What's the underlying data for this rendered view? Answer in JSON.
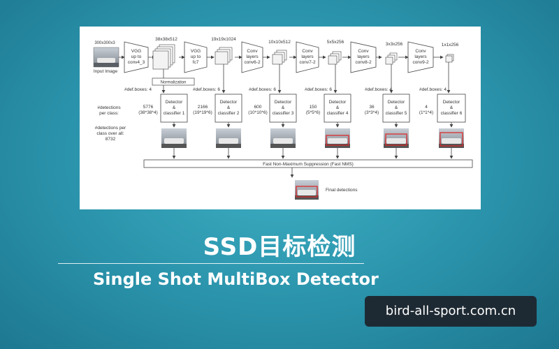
{
  "diagram": {
    "input": {
      "size": "300x300x3",
      "label": "Input Image"
    },
    "blocks": [
      {
        "id": "vgg1",
        "line1": "VGG",
        "line2": "up to",
        "line3": "conv4_3"
      },
      {
        "id": "vgg2",
        "line1": "VGG",
        "line2": "up to",
        "line3": "fc7"
      },
      {
        "id": "conv6",
        "line1": "Conv",
        "line2": "layers",
        "line3": "conv6-2"
      },
      {
        "id": "conv7",
        "line1": "Conv",
        "line2": "layers",
        "line3": "conv7-2"
      },
      {
        "id": "conv8",
        "line1": "Conv",
        "line2": "layers",
        "line3": "conv8-2"
      },
      {
        "id": "conv9",
        "line1": "Conv",
        "line2": "layers",
        "line3": "conv9-2"
      }
    ],
    "feature_maps": [
      "38x38x512",
      "19x19x1024",
      "10x10x512",
      "5x5x256",
      "3x3x256",
      "1x1x256"
    ],
    "normalization": "Normalization",
    "def_boxes": [
      "#def.boxes: 4",
      "#def.boxes: 6",
      "#def.boxes: 6",
      "#def.boxes: 6",
      "#def.boxes: 4",
      "#def.boxes: 4"
    ],
    "detections_label": [
      "#detections",
      "per class:"
    ],
    "counts": [
      {
        "value": "5776",
        "formula": "(38*38*4)"
      },
      {
        "value": "2166",
        "formula": "(19*19*6)"
      },
      {
        "value": "600",
        "formula": "(10*10*6)"
      },
      {
        "value": "150",
        "formula": "(5*5*6)"
      },
      {
        "value": "36",
        "formula": "(3*3*4)"
      },
      {
        "value": "4",
        "formula": "(1*1*4)"
      }
    ],
    "detectors": [
      {
        "line1": "Detector",
        "line2": "&",
        "line3": "classifier 1"
      },
      {
        "line1": "Detector",
        "line2": "&",
        "line3": "classifier 2"
      },
      {
        "line1": "Detector",
        "line2": "&",
        "line3": "classifier 3"
      },
      {
        "line1": "Detector",
        "line2": "&",
        "line3": "classifier 4"
      },
      {
        "line1": "Detector",
        "line2": "&",
        "line3": "classifier 5"
      },
      {
        "line1": "Detector",
        "line2": "&",
        "line3": "classifier 6"
      }
    ],
    "total_label": [
      "#detections per",
      "class over all:",
      "8732"
    ],
    "nms": "Fast Non-Maximum Suppression (Fast NMS)",
    "final": "Final detections"
  },
  "title_cn": "SSD目标检测",
  "title_en": "Single Shot MultiBox Detector",
  "watermark": "bird-all-sport.com.cn"
}
